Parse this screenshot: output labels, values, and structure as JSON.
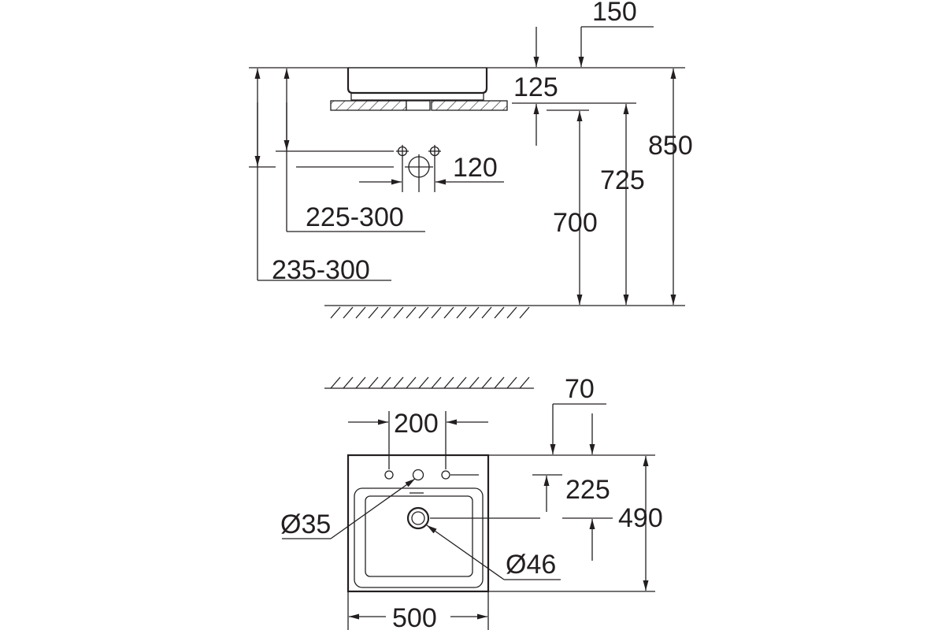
{
  "side_view": {
    "dims": {
      "d150": "150",
      "d125": "125",
      "d850": "850",
      "d725": "725",
      "d700": "700",
      "d120": "120",
      "d225_300": "225-300",
      "d235_300": "235-300"
    }
  },
  "top_view": {
    "dims": {
      "d70": "70",
      "d200": "200",
      "d225": "225",
      "d490": "490",
      "d35": "Ø35",
      "d46": "Ø46",
      "d500": "500"
    }
  },
  "colors": {
    "line": "#231f20",
    "background": "#ffffff"
  }
}
